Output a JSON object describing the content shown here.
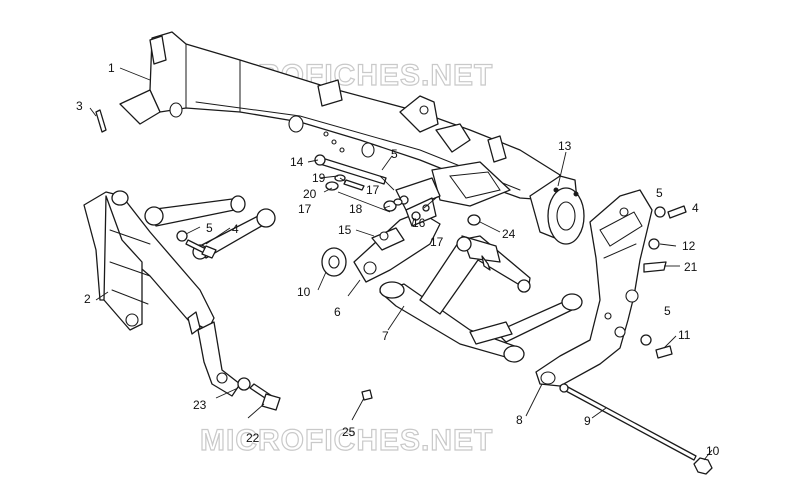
{
  "watermark": {
    "top": "MICROFICHES.NET",
    "bottom": "MICROFICHES.NET"
  },
  "callouts": [
    {
      "id": "c1",
      "label": "1"
    },
    {
      "id": "c2",
      "label": "2"
    },
    {
      "id": "c3",
      "label": "3"
    },
    {
      "id": "c4a",
      "label": "4"
    },
    {
      "id": "c5a",
      "label": "5"
    },
    {
      "id": "c4b",
      "label": "4"
    },
    {
      "id": "c5b",
      "label": "5"
    },
    {
      "id": "c5c",
      "label": "5"
    },
    {
      "id": "c5d",
      "label": "5"
    },
    {
      "id": "c6",
      "label": "6"
    },
    {
      "id": "c7",
      "label": "7"
    },
    {
      "id": "c8",
      "label": "8"
    },
    {
      "id": "c9",
      "label": "9"
    },
    {
      "id": "c10a",
      "label": "10"
    },
    {
      "id": "c10b",
      "label": "10"
    },
    {
      "id": "c11",
      "label": "11"
    },
    {
      "id": "c12",
      "label": "12"
    },
    {
      "id": "c13",
      "label": "13"
    },
    {
      "id": "c14",
      "label": "14"
    },
    {
      "id": "c15",
      "label": "15"
    },
    {
      "id": "c16",
      "label": "16"
    },
    {
      "id": "c17a",
      "label": "17"
    },
    {
      "id": "c17b",
      "label": "17"
    },
    {
      "id": "c17c",
      "label": "17"
    },
    {
      "id": "c18",
      "label": "18"
    },
    {
      "id": "c19",
      "label": "19"
    },
    {
      "id": "c20",
      "label": "20"
    },
    {
      "id": "c21",
      "label": "21"
    },
    {
      "id": "c22",
      "label": "22"
    },
    {
      "id": "c23",
      "label": "23"
    },
    {
      "id": "c24",
      "label": "24"
    },
    {
      "id": "c25",
      "label": "25"
    }
  ]
}
